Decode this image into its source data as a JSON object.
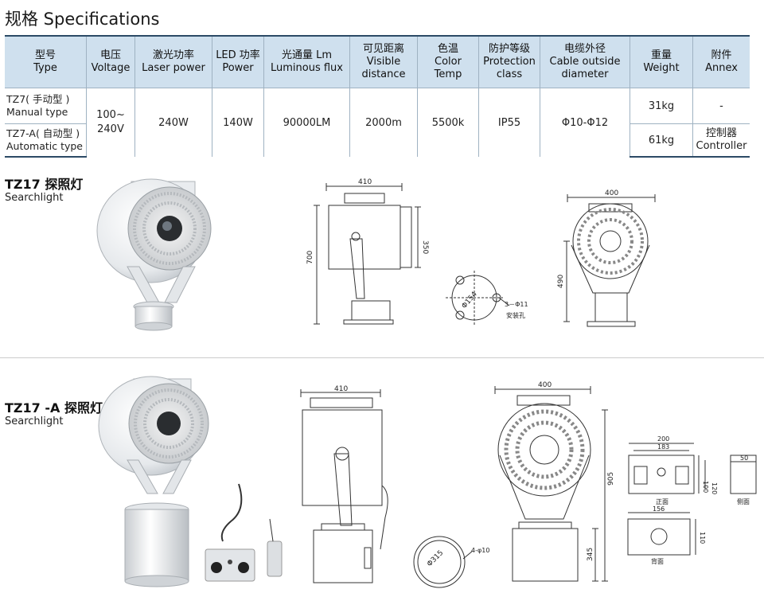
{
  "title": "规格 Specifications",
  "table": {
    "headers": [
      {
        "cn": "型号",
        "en": "Type"
      },
      {
        "cn": "电压",
        "en": "Voltage"
      },
      {
        "cn": "激光功率",
        "en": "Laser power"
      },
      {
        "cn": "LED 功率",
        "en": "Power"
      },
      {
        "cn": "光通量 Lm",
        "en": "Luminous flux"
      },
      {
        "cn": "可见距离",
        "en": "Visible distance"
      },
      {
        "cn": "色温",
        "en": "Color Temp"
      },
      {
        "cn": "防护等级",
        "en": "Protection class"
      },
      {
        "cn": "电缆外径",
        "en": "Cable outside diameter"
      },
      {
        "cn": "重量",
        "en": "Weight"
      },
      {
        "cn": "附件",
        "en": "Annex"
      }
    ],
    "rows": [
      {
        "type_cn": "TZ7( 手动型 )",
        "type_en": "Manual type",
        "weight": "31kg",
        "annex": "-"
      },
      {
        "type_cn": "TZ7-A( 自动型 )",
        "type_en": "Automatic type",
        "weight": "61kg",
        "annex_cn": "控制器",
        "annex_en": "Controller"
      }
    ],
    "shared": {
      "voltage": "100~ 240V",
      "laser_power": "240W",
      "led_power": "140W",
      "flux": "90000LM",
      "distance": "2000m",
      "color_temp": "5500k",
      "protection": "IP55",
      "cable": "Φ10-Φ12"
    }
  },
  "products": [
    {
      "model": "TZ17 探照灯",
      "name": "Searchlight"
    },
    {
      "model": "TZ17 -A 探照灯",
      "name": "Searchlight"
    }
  ],
  "dims_top": {
    "side_width": "410",
    "side_height": "350",
    "total_height": "700",
    "front_width": "400",
    "front_height": "490",
    "bolt_circle": "Φ154",
    "holes": "3－Φ11",
    "holes_label": "安装孔"
  },
  "dims_bottom": {
    "side_width": "410",
    "front_width": "400",
    "total_height": "905",
    "base_height": "345",
    "bolt_circle": "Φ315",
    "holes": "4-φ10",
    "panel_w1": "200",
    "panel_w2": "183",
    "panel_h1": "120",
    "panel_h2": "100",
    "panel_depth": "50",
    "back_w": "156",
    "back_h": "110",
    "front_label": "正面",
    "side_label": "侧面",
    "back_label": "背面"
  }
}
